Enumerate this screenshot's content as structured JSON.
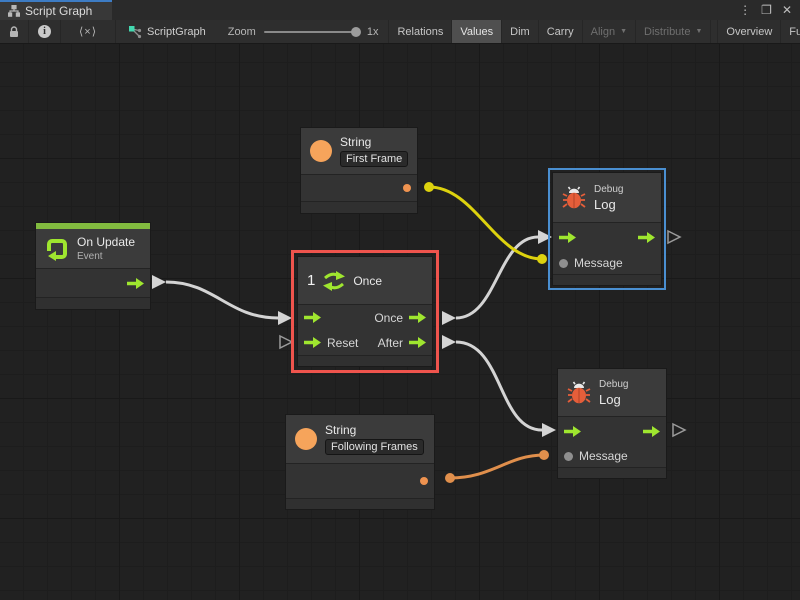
{
  "window": {
    "tab_title": "Script Graph",
    "icons": {
      "menu": "⋮",
      "maximize": "❐",
      "close": "✕",
      "code": "⟨×⟩",
      "info": "i"
    }
  },
  "toolbar": {
    "graph_name": "ScriptGraph",
    "zoom_label": "Zoom",
    "zoom_value": "1x",
    "buttons": [
      {
        "label": "Relations"
      },
      {
        "label": "Values",
        "active": true
      },
      {
        "label": "Dim"
      },
      {
        "label": "Carry"
      },
      {
        "label": "Align",
        "disabled": true,
        "caret": true
      },
      {
        "label": "Distribute",
        "disabled": true,
        "caret": true
      },
      {
        "label": "Overview"
      },
      {
        "label": "Full Screen"
      }
    ]
  },
  "nodes": {
    "string_first": {
      "title": "String",
      "value": "First Frame"
    },
    "on_update": {
      "title": "On Update",
      "subtitle": "Event"
    },
    "once": {
      "counter": "1",
      "title": "Once",
      "out_once": "Once",
      "in_reset": "Reset",
      "out_after": "After"
    },
    "debug_top": {
      "category": "Debug",
      "title": "Log",
      "input_label": "Message"
    },
    "debug_bottom": {
      "category": "Debug",
      "title": "Log",
      "input_label": "Message"
    },
    "string_following": {
      "title": "String",
      "value": "Following Frames"
    }
  },
  "colors": {
    "accent_green": "#9fe62f",
    "strip_green": "#82bb3f",
    "node_orange": "#f6a45b",
    "bug_orange": "#e55e3a",
    "wire_white": "#d4d4d4",
    "wire_yellow": "#ddd20e",
    "wire_orange": "#e08f4c",
    "selection_red": "#ef544d",
    "selection_blue": "#4a8fd1"
  }
}
